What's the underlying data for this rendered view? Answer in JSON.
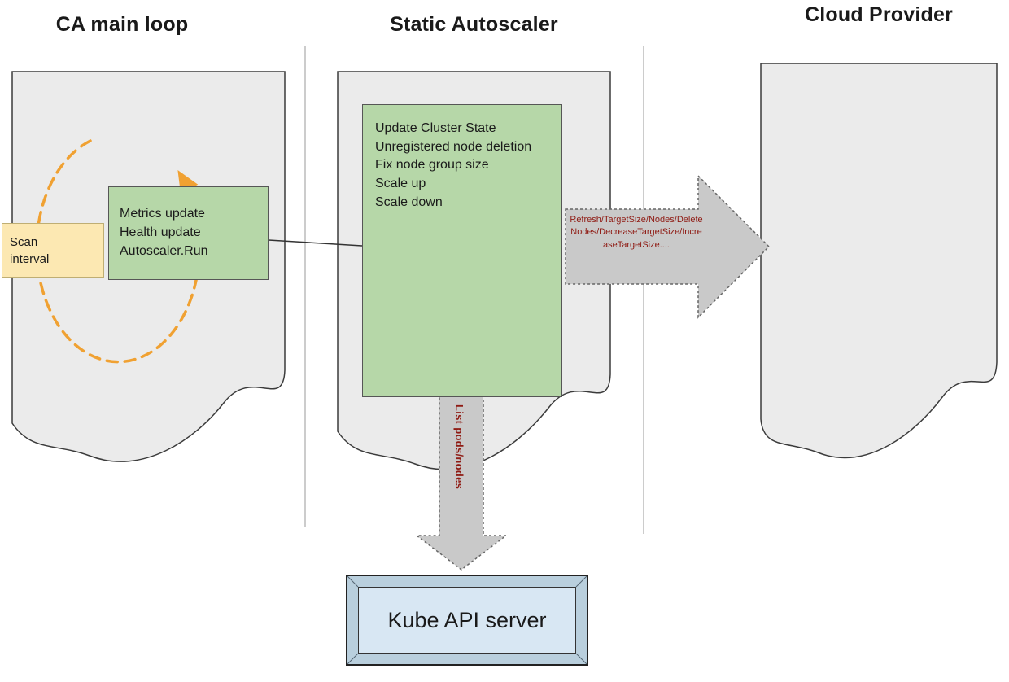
{
  "titles": {
    "left": "CA main loop",
    "middle": "Static Autoscaler",
    "right": "Cloud Provider"
  },
  "main_loop": {
    "scan_interval_label": "Scan interval",
    "box_lines": [
      "Metrics update",
      "Health update",
      "Autoscaler.Run"
    ]
  },
  "autoscaler": {
    "box_lines": [
      "Update Cluster State",
      "Unregistered node deletion",
      "Fix node group size",
      "Scale up",
      "Scale down"
    ]
  },
  "arrows": {
    "cloud_label": "Refresh/TargetSize/Nodes/DeleteNodes/DecreaseTargetSize/IncreaseTargetSize....",
    "kube_label": "List pods/nodes"
  },
  "kube_server": {
    "label": "Kube API server"
  },
  "colors": {
    "green_box": "#b6d7a8",
    "yellow_box": "#fce8b2",
    "document_fill": "#ebebeb",
    "arrow_gray": "#c9c9c9",
    "arrow_label_red": "#8f1a13",
    "loop_orange": "#f0a132",
    "kube_outer": "#b9cfdd",
    "kube_inner": "#d8e7f3"
  }
}
